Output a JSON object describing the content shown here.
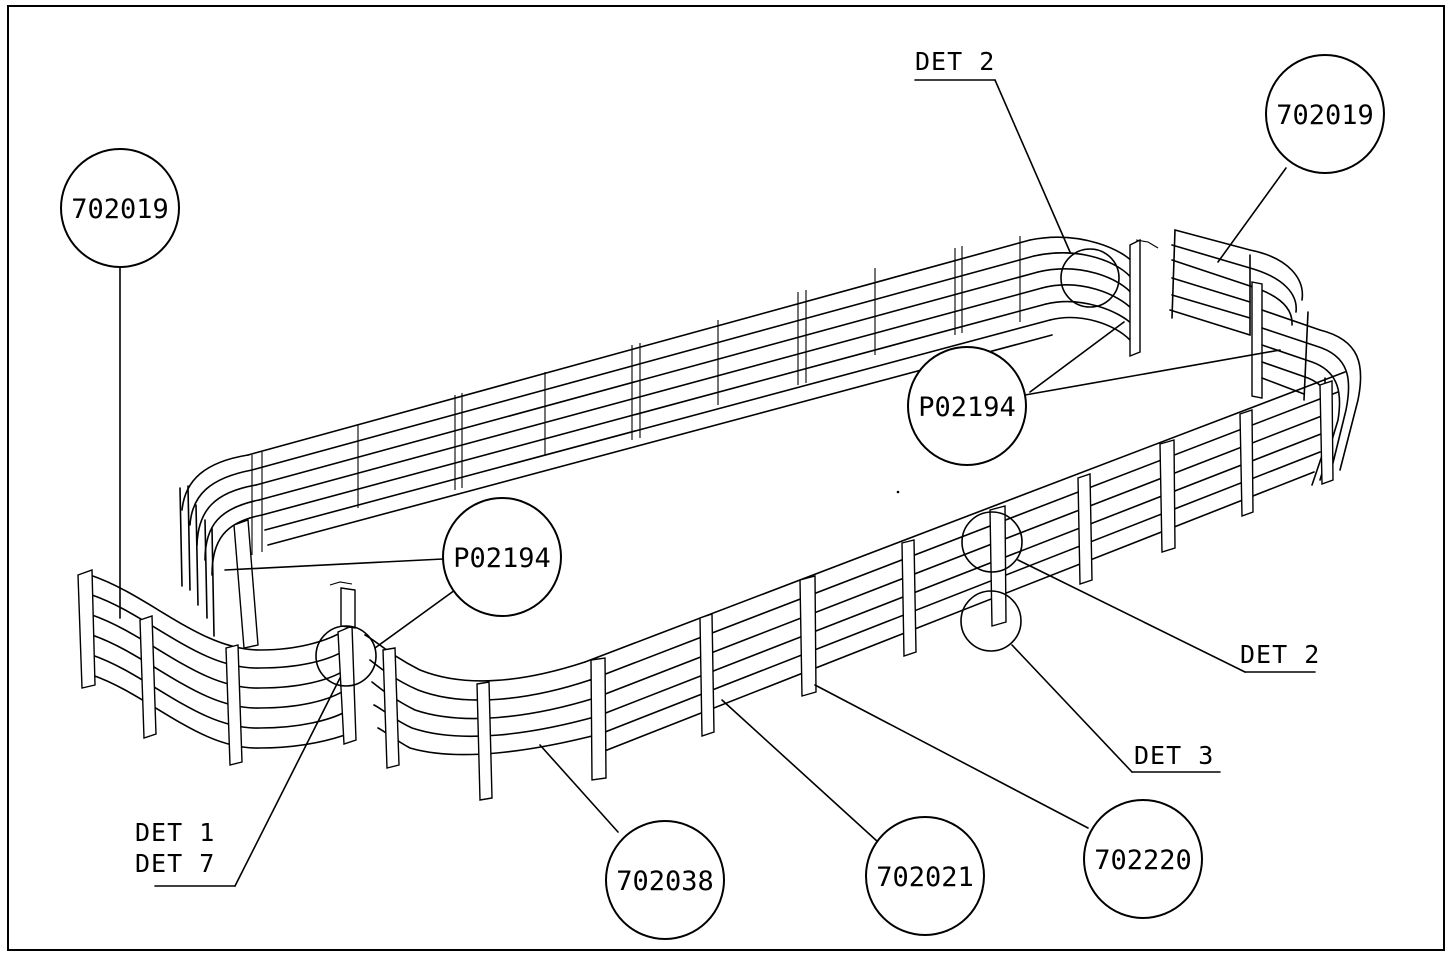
{
  "balloons": {
    "b1": "702019",
    "b2": "702019",
    "b3": "P02194",
    "b4": "P02194",
    "b5": "702038",
    "b6": "702021",
    "b7": "702220"
  },
  "details": {
    "d1": "DET 2",
    "d2": "DET 2",
    "d3": "DET 3",
    "d4": "DET 1",
    "d5": "DET 7"
  },
  "colors": {
    "line": "#000000",
    "background": "#ffffff"
  }
}
